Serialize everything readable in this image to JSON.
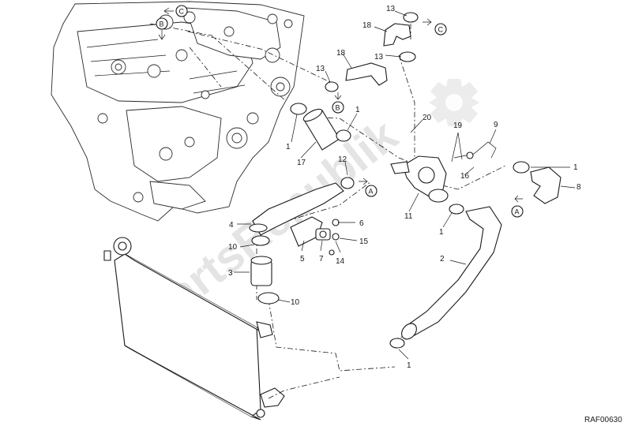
{
  "diagram": {
    "reference_code": "RAF00630",
    "watermark": "PartsRepublik",
    "colors": {
      "line": "#1a1a1a",
      "watermark": "#cfcfcf",
      "background": "#ffffff"
    },
    "callouts": [
      {
        "id": "c-13a",
        "text": "13"
      },
      {
        "id": "c-18a",
        "text": "18"
      },
      {
        "id": "c-18b",
        "text": "18"
      },
      {
        "id": "c-13b",
        "text": "13"
      },
      {
        "id": "c-13c",
        "text": "13"
      },
      {
        "id": "c-1a",
        "text": "1"
      },
      {
        "id": "c-1b",
        "text": "1"
      },
      {
        "id": "c-17",
        "text": "17"
      },
      {
        "id": "c-20",
        "text": "20"
      },
      {
        "id": "c-19",
        "text": "19"
      },
      {
        "id": "c-9",
        "text": "9"
      },
      {
        "id": "c-16",
        "text": "16"
      },
      {
        "id": "c-1c",
        "text": "1"
      },
      {
        "id": "c-8",
        "text": "8"
      },
      {
        "id": "c-12",
        "text": "12"
      },
      {
        "id": "c-11",
        "text": "11"
      },
      {
        "id": "c-1d",
        "text": "1"
      },
      {
        "id": "c-4",
        "text": "4"
      },
      {
        "id": "c-6",
        "text": "6"
      },
      {
        "id": "c-10a",
        "text": "10"
      },
      {
        "id": "c-15",
        "text": "15"
      },
      {
        "id": "c-5",
        "text": "5"
      },
      {
        "id": "c-7",
        "text": "7"
      },
      {
        "id": "c-14",
        "text": "14"
      },
      {
        "id": "c-3",
        "text": "3"
      },
      {
        "id": "c-10b",
        "text": "10"
      },
      {
        "id": "c-2",
        "text": "2"
      },
      {
        "id": "c-1e",
        "text": "1"
      }
    ],
    "connectors": [
      {
        "id": "k-c1",
        "text": "C"
      },
      {
        "id": "k-b1",
        "text": "B"
      },
      {
        "id": "k-c2",
        "text": "C"
      },
      {
        "id": "k-b2",
        "text": "B"
      },
      {
        "id": "k-a1",
        "text": "A"
      },
      {
        "id": "k-a2",
        "text": "A"
      }
    ]
  }
}
